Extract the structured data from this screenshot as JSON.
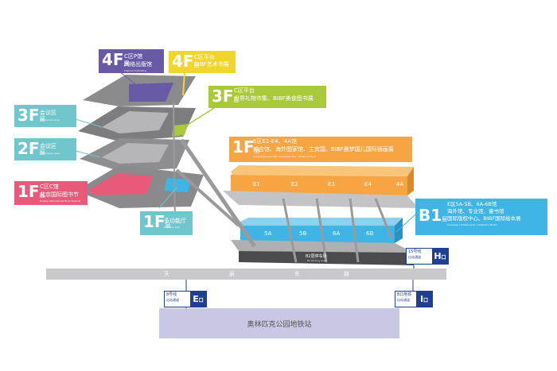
{
  "labels": {
    "f4_p": {
      "floor": "4F",
      "unit": "层",
      "text": "C区P馆",
      "text2": "网络出版馆",
      "en": "Internet Publishing"
    },
    "f4_c": {
      "floor": "4F",
      "unit": "层",
      "text": "C区平台",
      "text2": "BIBF艺术书展",
      "en": "Art Book Fair"
    },
    "f3_c": {
      "floor": "3F",
      "unit": "层",
      "text": "C区平台",
      "text2": "世界礼物市集、BIBF美食图书展",
      "en": "Gifts Market / Food Book Fair"
    },
    "f3_conf": {
      "floor": "3F",
      "unit": "层",
      "text": "会议区",
      "en": "Conference Area"
    },
    "f2_conf": {
      "floor": "2F",
      "unit": "层",
      "text": "会议区",
      "en": "Conference Area"
    },
    "f1_c": {
      "floor": "1F",
      "unit": "层",
      "text": "C区C馆",
      "text2": "北京国际图书节",
      "en": "Beijing International Book Festival"
    },
    "f1_multi": {
      "floor": "1F",
      "unit": "层",
      "text": "多功能厅",
      "en": "Function Hall"
    },
    "f1_e": {
      "floor": "1F",
      "unit": "层",
      "text": "E区E1-E4、4A馆",
      "text2": "综合馆、海外图家馆、主宾国、BIBF晨梦国儿国际插画展",
      "en": "Comprehensive Hall / Overseas Hall / Guest of Honor"
    },
    "b1_e": {
      "floor": "B1",
      "unit": "层",
      "text": "E区5A-5B、6A-6B馆",
      "text2": "海外馆、专业馆、童书馆",
      "text3": "国际版权中心、BIBF国际绘本展",
      "en": "Overseas / Professional / Children's Books"
    }
  },
  "halls_1f": [
    "E1",
    "E2",
    "E3",
    "E4",
    "4A"
  ],
  "halls_b1": [
    "5A",
    "5B",
    "6A",
    "6B"
  ],
  "parking": {
    "title": "B2层停车场",
    "en": "B2 Parking Area"
  },
  "road": [
    "天",
    "辰",
    "东",
    "路"
  ],
  "metro": "奥林匹克公园地铁站",
  "exits": {
    "line15": {
      "line": "15号线",
      "sub": "出站通道",
      "letter": "H",
      "unit": "口"
    },
    "line8": {
      "line": "8号线",
      "sub": "出站通道",
      "letter": "E",
      "unit": "口"
    },
    "i": {
      "line": "B口地铁",
      "sub": "出站通道",
      "letter": "I",
      "unit": "口"
    }
  },
  "colors": {
    "purple": "#6a5aa5",
    "yellow": "#f2d52c",
    "green": "#a9c93a",
    "teal": "#6fc7cc",
    "pink": "#e95a7a",
    "orange": "#f7a543",
    "blue": "#3fb5e5",
    "navy": "#1f3f94"
  }
}
